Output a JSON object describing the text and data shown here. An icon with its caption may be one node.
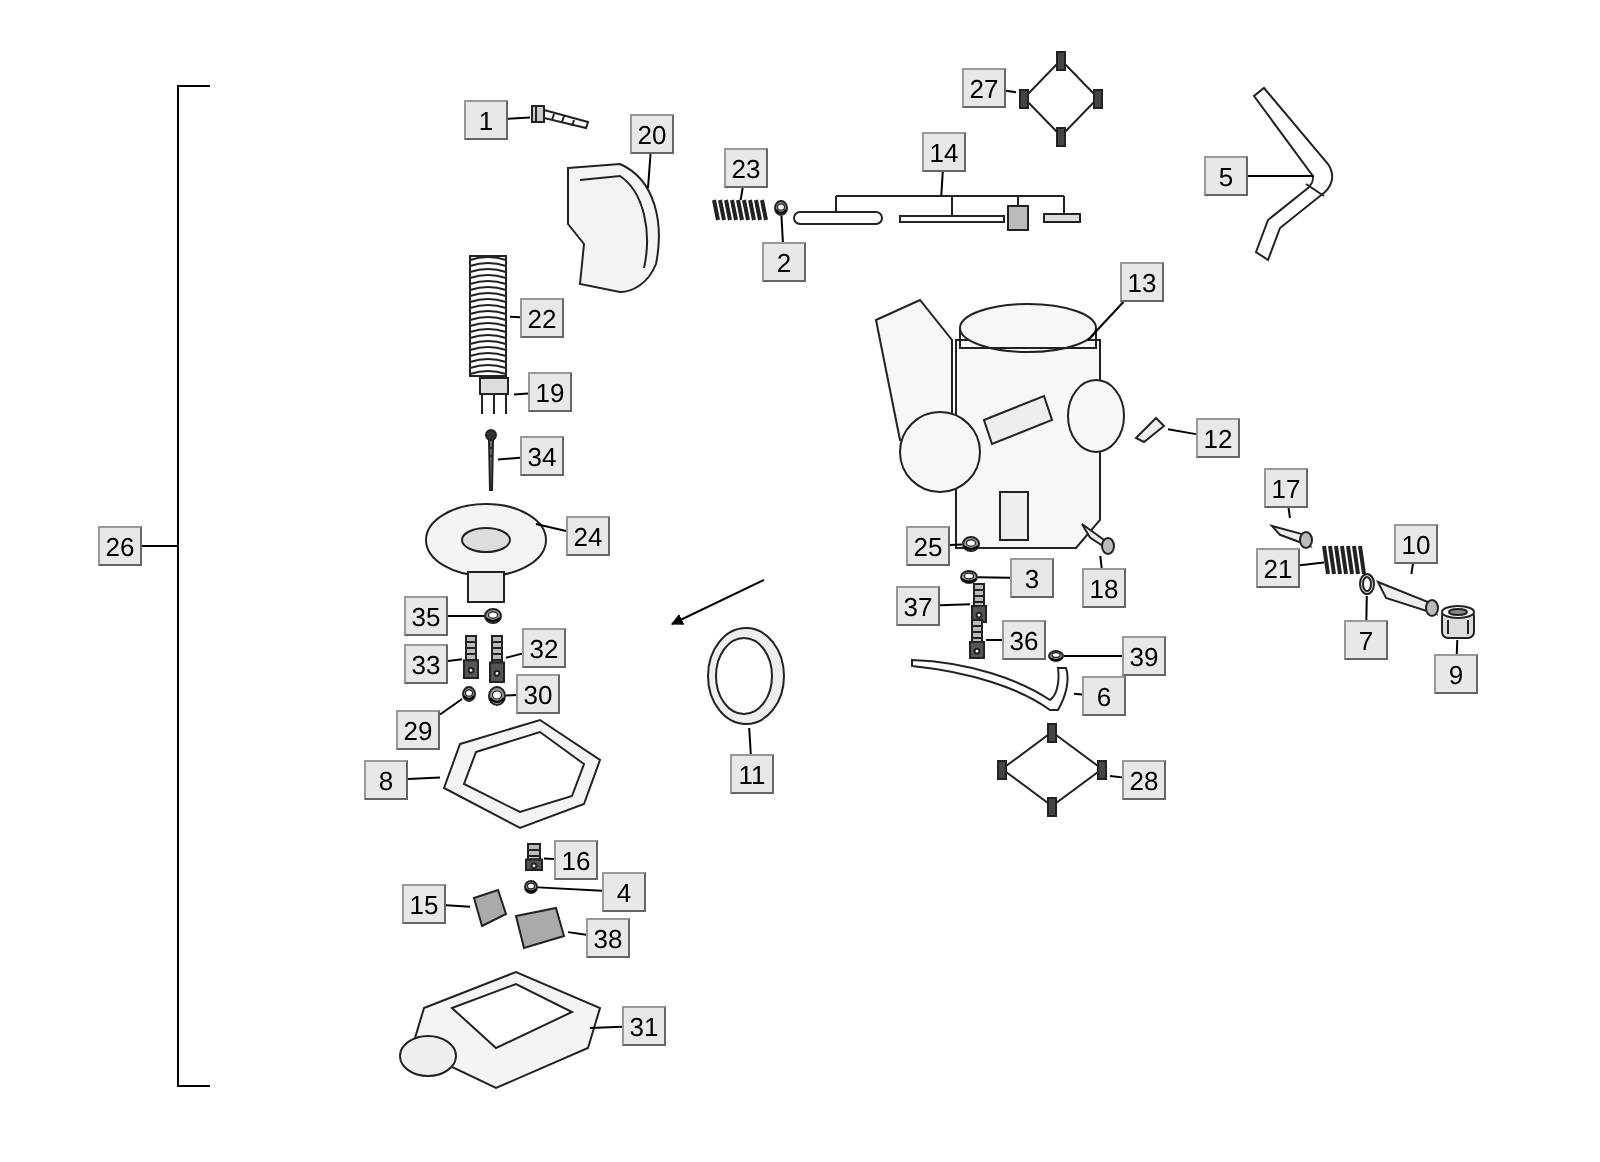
{
  "diagram": {
    "nodes": [
      {
        "text": [
          "27"
        ]
      },
      {
        "text": [
          "1"
        ]
      },
      {
        "text": [
          "20"
        ]
      },
      {
        "text": [
          "14"
        ]
      },
      {
        "text": [
          "23"
        ]
      },
      {
        "text": [
          "5"
        ]
      },
      {
        "text": [
          "2"
        ]
      },
      {
        "text": [
          "13"
        ]
      },
      {
        "text": [
          "22"
        ]
      },
      {
        "text": [
          "19"
        ]
      },
      {
        "text": [
          "12"
        ]
      },
      {
        "text": [
          "34"
        ]
      },
      {
        "text": [
          "17"
        ]
      },
      {
        "text": [
          "26"
        ]
      },
      {
        "text": [
          "24"
        ]
      },
      {
        "text": [
          "25"
        ]
      },
      {
        "text": [
          "10"
        ]
      },
      {
        "text": [
          "21"
        ]
      },
      {
        "text": [
          "3"
        ]
      },
      {
        "text": [
          "18"
        ]
      },
      {
        "text": [
          "37"
        ]
      },
      {
        "text": [
          "35"
        ]
      },
      {
        "text": [
          "7"
        ]
      },
      {
        "text": [
          "32"
        ]
      },
      {
        "text": [
          "36"
        ]
      },
      {
        "text": [
          "33"
        ]
      },
      {
        "text": [
          "39"
        ]
      },
      {
        "text": [
          "9"
        ]
      },
      {
        "text": [
          "30"
        ]
      },
      {
        "text": [
          "6"
        ]
      },
      {
        "text": [
          "29"
        ]
      },
      {
        "text": [
          "28"
        ]
      },
      {
        "text": [
          "8"
        ]
      },
      {
        "text": [
          "11"
        ]
      },
      {
        "text": [
          "16"
        ]
      },
      {
        "text": [
          "4"
        ]
      },
      {
        "text": [
          "15"
        ]
      },
      {
        "text": [
          "38"
        ]
      },
      {
        "text": [
          "31"
        ]
      },
      {
        "text": [],
        "shape": "picture"
      },
      {
        "text": [],
        "shape": "picture"
      },
      {
        "text": [],
        "shape": "picture"
      },
      {
        "text": [],
        "shape": "picture"
      },
      {
        "text": [],
        "shape": "picture"
      },
      {
        "text": [],
        "shape": "picture"
      },
      {
        "text": [],
        "shape": "picture"
      },
      {
        "text": [],
        "shape": "picture"
      },
      {
        "text": [],
        "shape": "picture"
      },
      {
        "text": [],
        "shape": "picture"
      },
      {
        "text": [],
        "shape": "picture"
      },
      {
        "text": [],
        "shape": "picture"
      },
      {
        "text": [],
        "shape": "picture"
      },
      {
        "text": [],
        "shape": "picture"
      },
      {
        "text": [],
        "shape": "picture"
      },
      {
        "text": [],
        "shape": "picture"
      },
      {
        "text": [],
        "shape": "picture"
      },
      {
        "text": [],
        "shape": "picture"
      },
      {
        "text": [],
        "shape": "picture"
      },
      {
        "text": [],
        "shape": "picture"
      },
      {
        "text": [],
        "shape": "picture"
      },
      {
        "text": [],
        "shape": "picture"
      },
      {
        "text": [],
        "shape": "picture"
      },
      {
        "text": [],
        "shape": "picture"
      },
      {
        "text": [],
        "shape": "picture"
      },
      {
        "text": [],
        "shape": "picture"
      },
      {
        "text": [],
        "shape": "picture"
      },
      {
        "text": [],
        "shape": "picture"
      },
      {
        "text": [],
        "shape": "picture"
      },
      {
        "text": [],
        "shape": "picture"
      },
      {
        "text": [],
        "shape": "picture"
      },
      {
        "text": [],
        "shape": "picture"
      },
      {
        "text": [],
        "shape": "picture"
      },
      {
        "text": [],
        "shape": "picture"
      },
      {
        "text": [],
        "shape": "picture"
      },
      {
        "text": [],
        "shape": "picture"
      },
      {
        "text": [],
        "shape": "picture"
      },
      {
        "text": [],
        "shape": "picture"
      }
    ],
    "edges": [
      {
        "from": 0,
        "to": 39,
        "arrow": "none"
      },
      {
        "from": 1,
        "to": 40,
        "arrow": "none"
      },
      {
        "from": 2,
        "to": 41,
        "arrow": "none"
      },
      {
        "from": 3,
        "to": 42,
        "arrow": "none"
      },
      {
        "from": 4,
        "to": 43,
        "arrow": "none"
      },
      {
        "from": 5,
        "to": 44,
        "arrow": "none"
      },
      {
        "from": 6,
        "to": 45,
        "arrow": "none"
      },
      {
        "from": 7,
        "to": 46,
        "arrow": "none"
      },
      {
        "from": 8,
        "to": 47,
        "arrow": "none"
      },
      {
        "from": 9,
        "to": 48,
        "arrow": "none"
      },
      {
        "from": 10,
        "to": 49,
        "arrow": "none"
      },
      {
        "from": 11,
        "to": 50,
        "arrow": "none"
      },
      {
        "from": 12,
        "to": 51,
        "arrow": "none"
      },
      {
        "from": 14,
        "to": 52,
        "arrow": "none"
      },
      {
        "from": 15,
        "to": 53,
        "arrow": "none"
      },
      {
        "from": 16,
        "to": 54,
        "arrow": "none"
      },
      {
        "from": 17,
        "to": 55,
        "arrow": "none"
      },
      {
        "from": 18,
        "to": 56,
        "arrow": "none"
      },
      {
        "from": 19,
        "to": 57,
        "arrow": "none"
      },
      {
        "from": 20,
        "to": 58,
        "arrow": "none"
      },
      {
        "from": 21,
        "to": 59,
        "arrow": "none"
      },
      {
        "from": 22,
        "to": 60,
        "arrow": "none"
      },
      {
        "from": 23,
        "to": 61,
        "arrow": "none"
      },
      {
        "from": 24,
        "to": 62,
        "arrow": "none"
      },
      {
        "from": 25,
        "to": 63,
        "arrow": "none"
      },
      {
        "from": 26,
        "to": 64,
        "arrow": "none"
      },
      {
        "from": 27,
        "to": 65,
        "arrow": "none"
      },
      {
        "from": 28,
        "to": 66,
        "arrow": "none"
      },
      {
        "from": 29,
        "to": 67,
        "arrow": "none"
      },
      {
        "from": 30,
        "to": 68,
        "arrow": "none"
      },
      {
        "from": 31,
        "to": 69,
        "arrow": "none"
      },
      {
        "from": 32,
        "to": 70,
        "arrow": "none"
      },
      {
        "from": 33,
        "to": 71,
        "arrow": "none"
      },
      {
        "from": 34,
        "to": 72,
        "arrow": "none"
      },
      {
        "from": 35,
        "to": 73,
        "arrow": "none"
      },
      {
        "from": 36,
        "to": 74,
        "arrow": "none"
      },
      {
        "from": 37,
        "to": 75,
        "arrow": "none"
      },
      {
        "from": 38,
        "to": 76,
        "arrow": "none"
      }
    ]
  }
}
